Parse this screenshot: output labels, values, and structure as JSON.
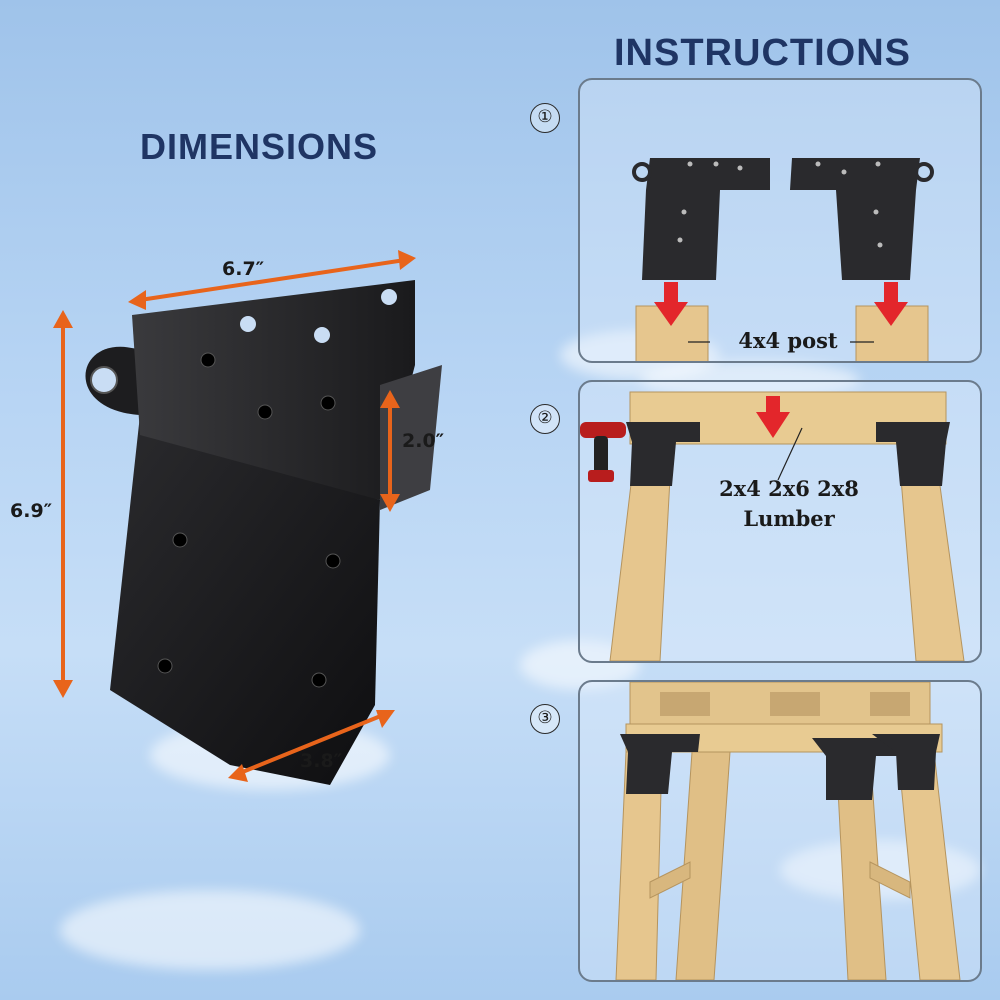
{
  "left": {
    "title": "DIMENSIONS",
    "width_label": "6.7″",
    "height_label": "6.9″",
    "flange_label": "2.0″",
    "depth_label": "3.8″"
  },
  "right": {
    "title": "INSTRUCTIONS",
    "steps": [
      {
        "number": "①",
        "label": "4x4 post"
      },
      {
        "number": "②",
        "label_line1": "2x4 2x6 2x8",
        "label_line2": "Lumber"
      },
      {
        "number": "③"
      }
    ]
  },
  "colors": {
    "heading": "#1f3564",
    "arrow_orange": "#e8641b",
    "bracket_black": "#1b1b1d",
    "wood": "#e6c68e",
    "marker_red": "#e3262b"
  }
}
